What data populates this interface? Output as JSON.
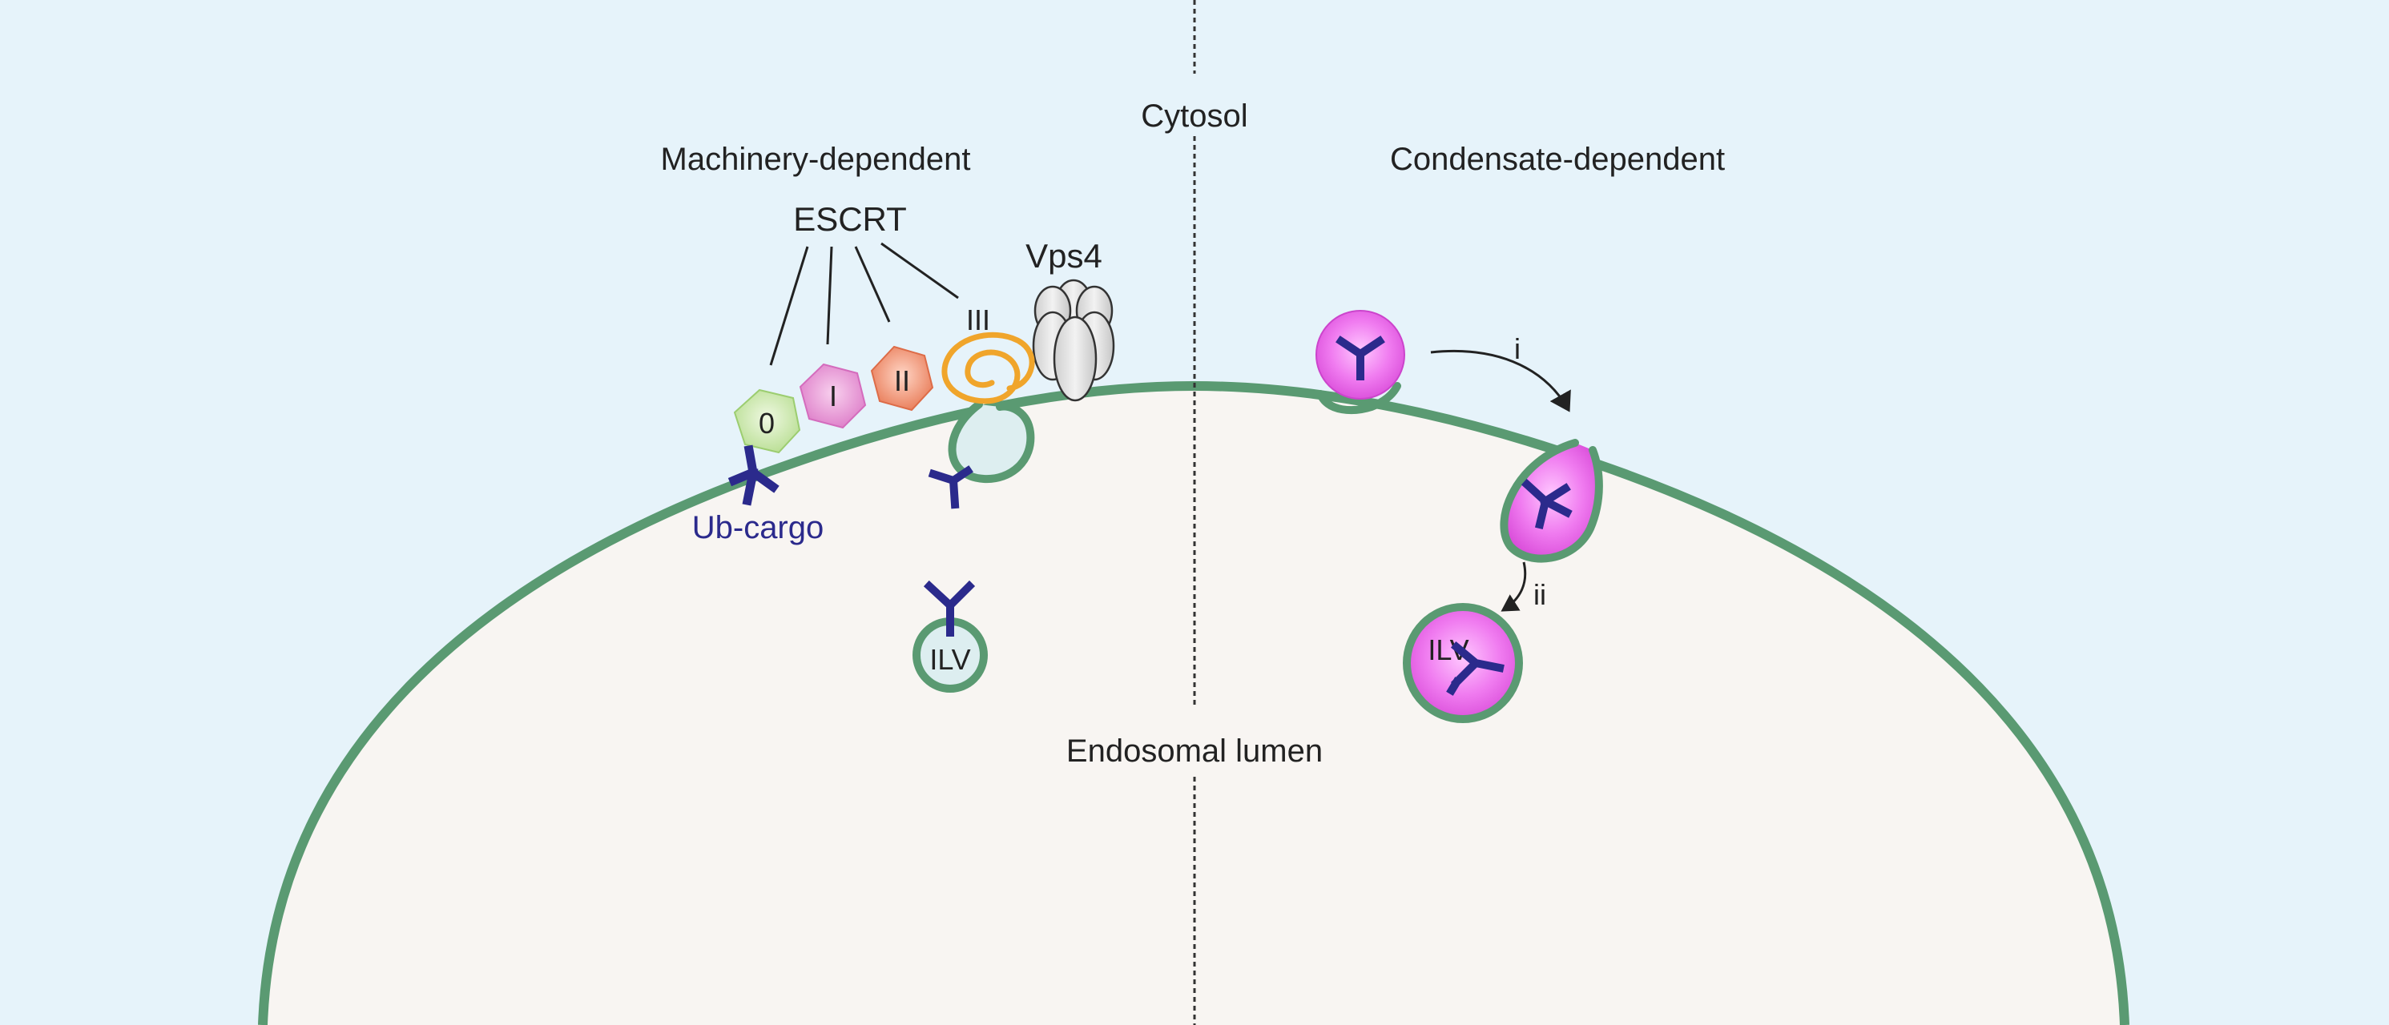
{
  "labels": {
    "cytosol": "Cytosol",
    "machinery_dependent": "Machinery-dependent",
    "condensate_dependent": "Condensate-dependent",
    "escrt": "ESCRT",
    "vps4": "Vps4",
    "escrt_0": "0",
    "escrt_i": "I",
    "escrt_ii": "II",
    "escrt_iii": "III",
    "ub_cargo": "Ub-cargo",
    "ilv_left": "ILV",
    "ilv_right": "ILV",
    "step_i": "i",
    "step_ii": "ii",
    "endosomal_lumen": "Endosomal lumen"
  },
  "colors": {
    "background": "#e6f3fa",
    "lumen": "#f8f5f2",
    "membrane": "#5a9a72",
    "cargo": "#2b2a8c",
    "ub_cargo_text": "#2b2a8c",
    "escrt_0": "#c7e6a4",
    "escrt_i": "#e58fd0",
    "escrt_ii": "#ec8d6c",
    "escrt_iii": "#f0a52b",
    "vps4": "#dcdcdc",
    "condensate": "#e860e8"
  }
}
